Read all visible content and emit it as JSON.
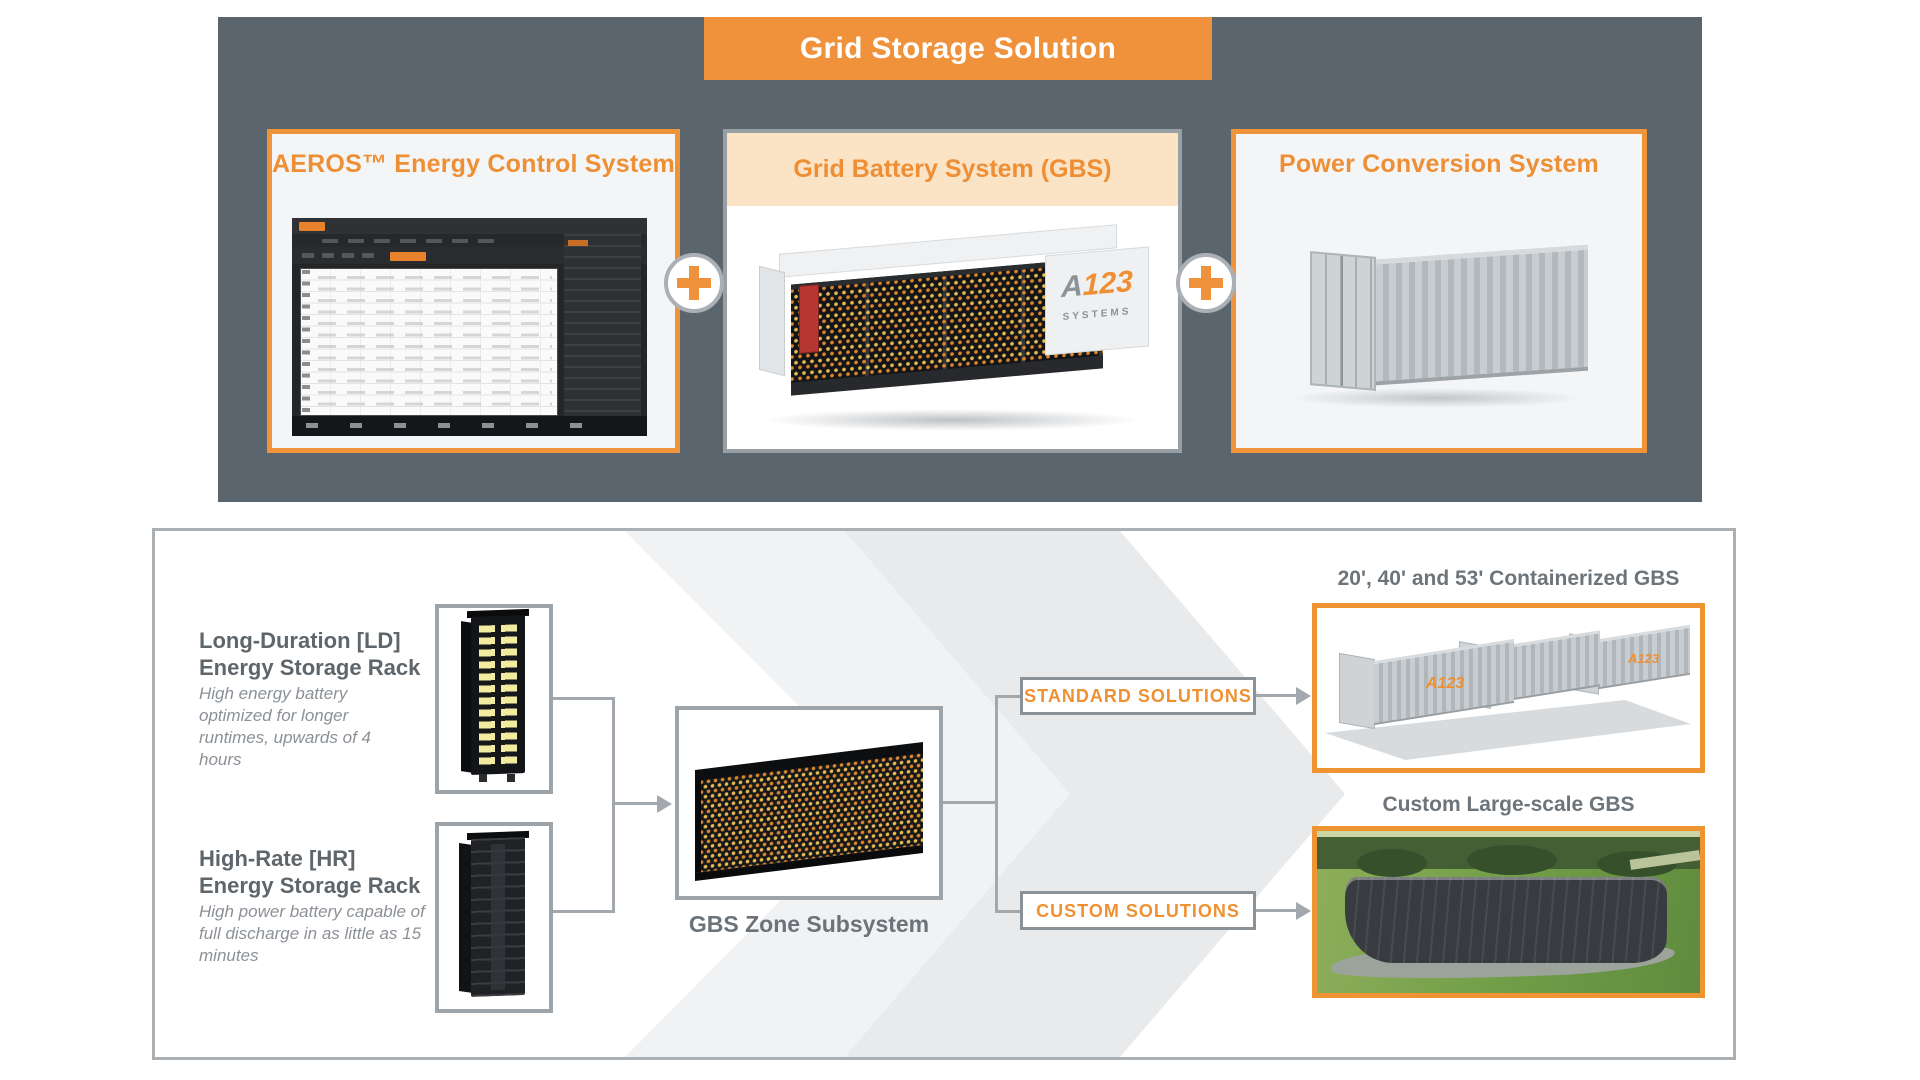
{
  "title": "Grid Storage Solution",
  "panels": {
    "aeros": {
      "title": "AEROS™ Energy Control System"
    },
    "gbs": {
      "title": "Grid Battery System (GBS)",
      "logo": {
        "a": "A",
        "num": "123",
        "sub": "SYSTEMS"
      }
    },
    "pcs": {
      "title": "Power Conversion System"
    }
  },
  "flow": {
    "ld": {
      "line1": "Long-Duration [LD]",
      "line2": "Energy Storage Rack",
      "desc": "High energy battery optimized for longer runtimes, upwards of 4 hours"
    },
    "hr": {
      "line1": "High-Rate [HR]",
      "line2": "Energy Storage Rack",
      "desc": "High power battery capable of full discharge in as little as 15 minutes"
    },
    "zone_label": "GBS Zone Subsystem",
    "standard_button": "STANDARD SOLUTIONS",
    "custom_button": "CUSTOM SOLUTIONS",
    "containerized_label": "20', 40' and 53' Containerized GBS",
    "custom_label": "Custom Large-scale GBS",
    "mini_logo": "A123"
  },
  "colors": {
    "orange": "#F0923B",
    "slate_panel": "#5B656E",
    "peach_header": "#FBE3C6",
    "gray_border": "#9CA3A9",
    "heading_gray": "#6D747A",
    "body_text_gray": "#8B9197"
  },
  "icons": {
    "plus": "plus-icon",
    "arrow_right": "arrow-right-icon",
    "chevron_watermark": "chevron-right-watermark"
  }
}
